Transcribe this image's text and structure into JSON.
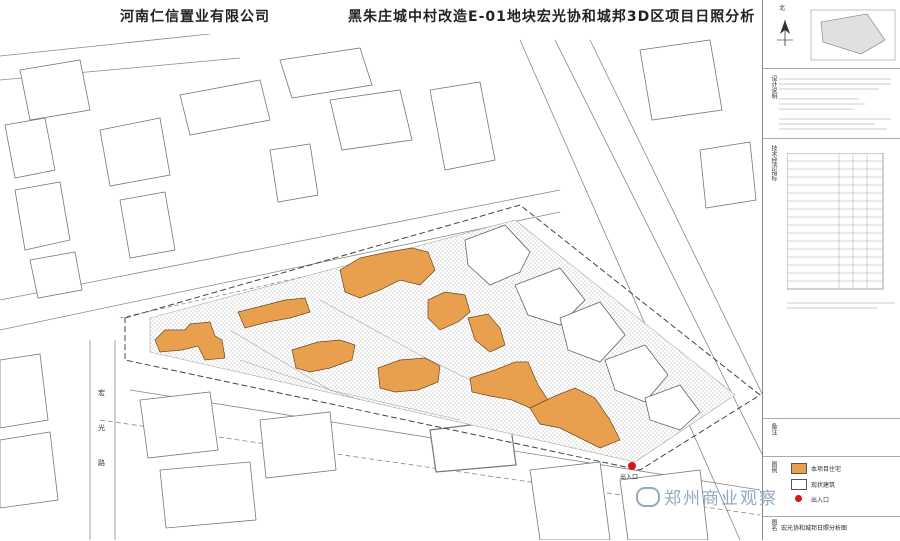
{
  "header": {
    "company": "河南仁信置业有限公司",
    "title": "黑朱庄城中村改造E-01地块宏光协和城邦3D区项目日照分析"
  },
  "plan": {
    "road_labels": [
      "宏",
      "光",
      "路"
    ],
    "gate_label": "出入口"
  },
  "sidebar": {
    "north_label": "北",
    "section_labels": [
      "设计说明",
      "图例",
      "技术经济指标",
      "备注",
      "图名"
    ],
    "legend": [
      {
        "label": "本项目住宅",
        "color": "#e8a04e"
      },
      {
        "label": "现状建筑",
        "color": "#ffffff"
      },
      {
        "label": "出入口",
        "color": "#d8141a"
      }
    ],
    "title_block": "宏光协和城邦日照分析图"
  },
  "watermark": {
    "text": "郑州商业观察"
  },
  "colors": {
    "building_fill": "#e8a04e",
    "building_stroke": "#6b4a1e",
    "hatch": "#cfcfcf",
    "line": "#777777",
    "gate": "#d8141a"
  }
}
